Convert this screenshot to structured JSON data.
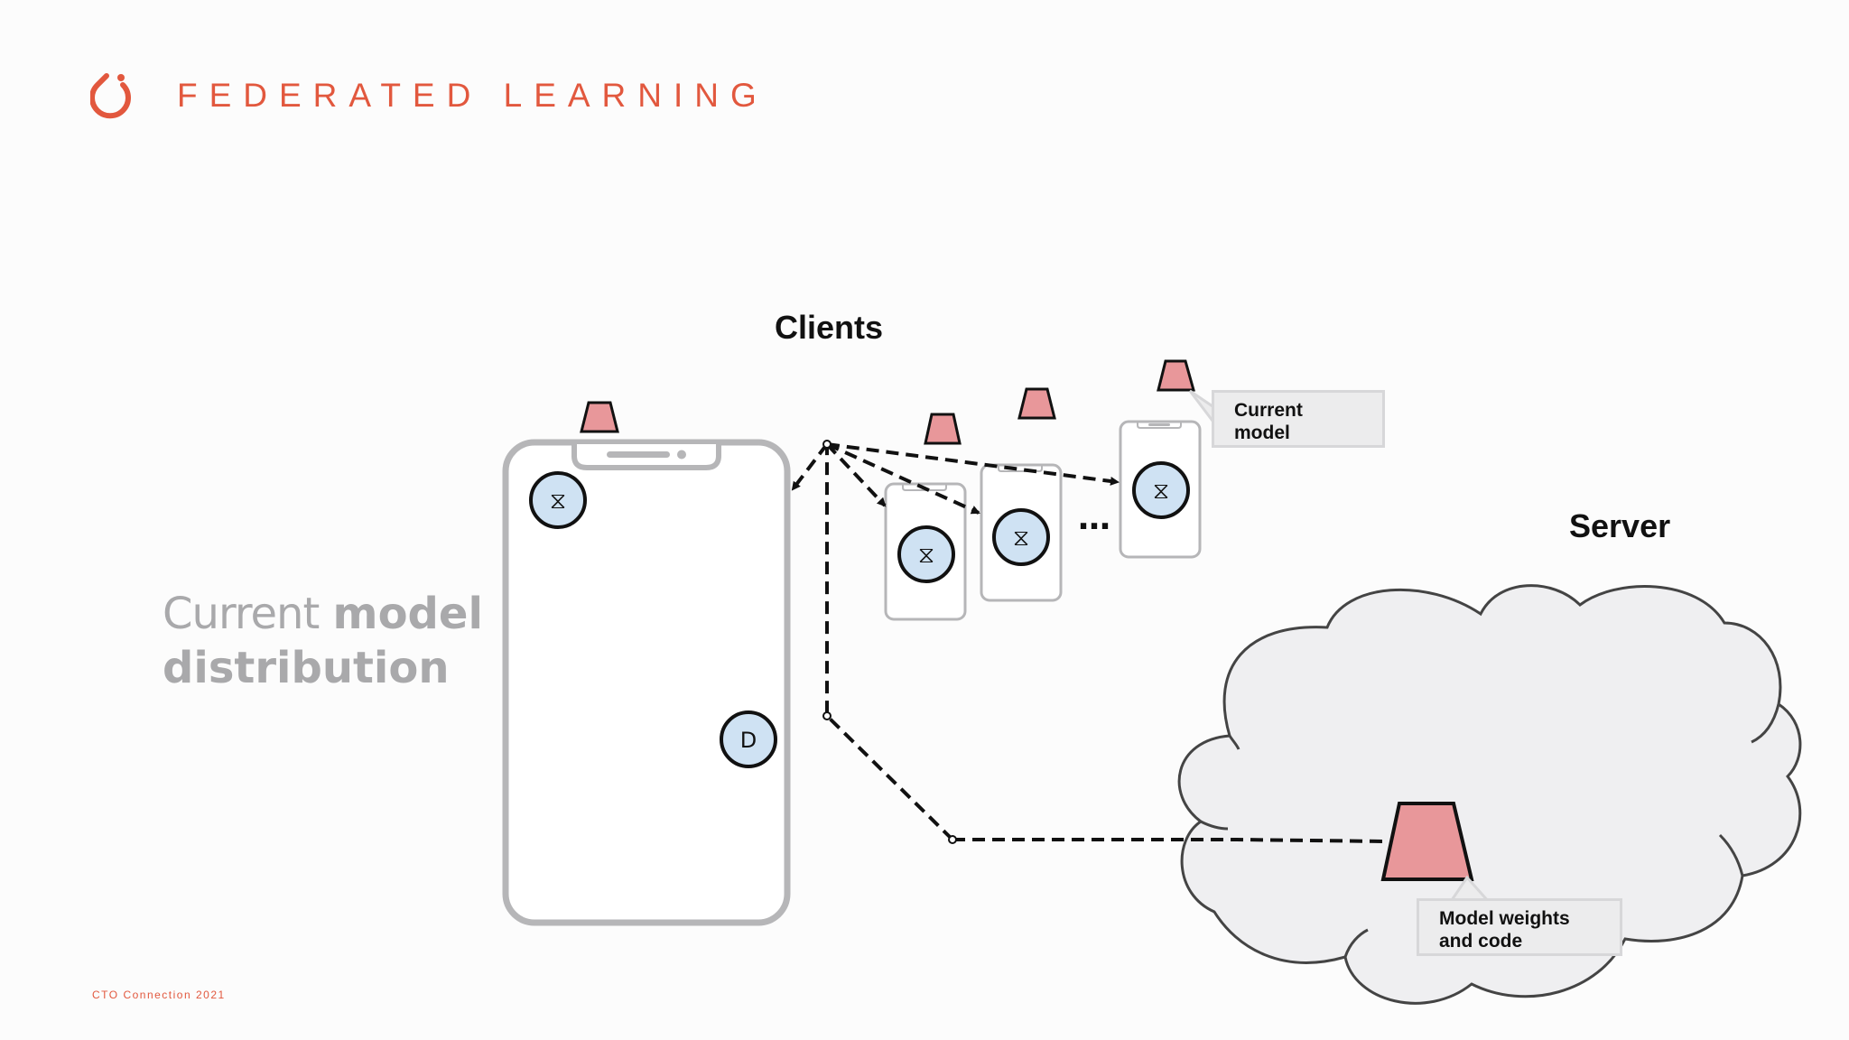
{
  "header": {
    "title": "FEDERATED LEARNING",
    "logo_icon": "pytorch-flame-icon"
  },
  "heading": {
    "light": "Current",
    "bold_1": "model",
    "bold_2": "distribution"
  },
  "labels": {
    "clients": "Clients",
    "server": "Server"
  },
  "callouts": {
    "current_model": [
      "Current",
      "model"
    ],
    "model_weights": [
      "Model weights",
      "and code"
    ]
  },
  "device_icons": {
    "hourglass": "⧖",
    "data": "D"
  },
  "ellipsis": "…",
  "footer": "CTO Connection 2021",
  "colors": {
    "accent": "#e2583e",
    "model": "#e8979a",
    "node": "#cfe2f3",
    "cloud": "#efeff1",
    "text_muted": "#a9a9ab"
  }
}
